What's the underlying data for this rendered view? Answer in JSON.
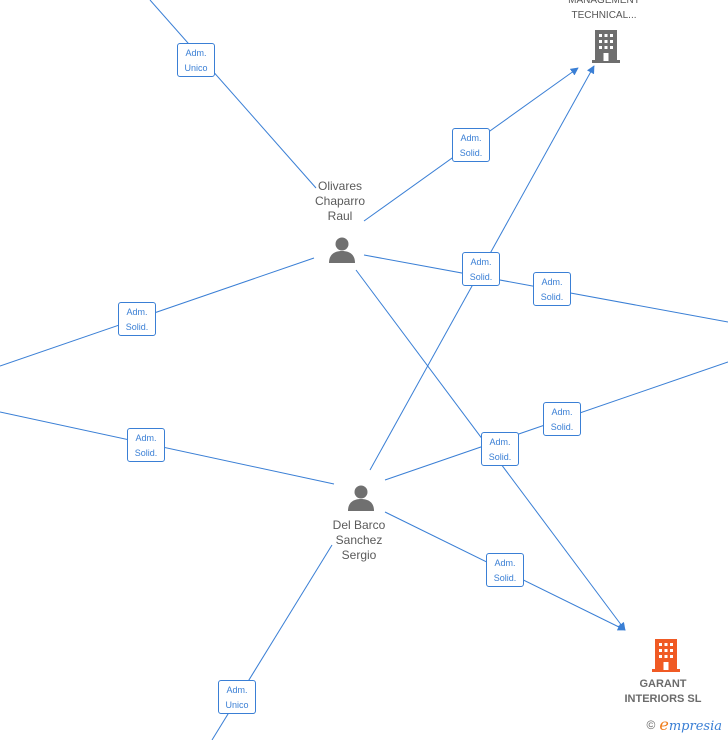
{
  "nodes": {
    "olivares": {
      "lines": [
        "Olivares",
        "Chaparro",
        "Raul"
      ],
      "icon": "person-icon"
    },
    "delbarco": {
      "lines": [
        "Del Barco",
        "Sanchez",
        "Sergio"
      ],
      "icon": "person-icon"
    },
    "management": {
      "lines": [
        "MANAGEMENT",
        "TECHNICAL..."
      ],
      "icon": "building-icon",
      "color": "#6e6e6e"
    },
    "garant": {
      "lines": [
        "GARANT",
        "INTERIORS SL"
      ],
      "icon": "building-icon",
      "color": "#f05a24"
    }
  },
  "badges": [
    {
      "line1": "Adm.",
      "line2": "Unico"
    },
    {
      "line1": "Adm.",
      "line2": "Solid."
    },
    {
      "line1": "Adm.",
      "line2": "Solid."
    },
    {
      "line1": "Adm.",
      "line2": "Solid."
    },
    {
      "line1": "Adm.",
      "line2": "Solid."
    },
    {
      "line1": "Adm.",
      "line2": "Solid."
    },
    {
      "line1": "Adm.",
      "line2": "Solid."
    },
    {
      "line1": "Adm.",
      "line2": "Solid."
    },
    {
      "line1": "Adm.",
      "line2": "Solid."
    },
    {
      "line1": "Adm.",
      "line2": "Unico"
    }
  ],
  "footer": {
    "copyright_symbol": "©",
    "brand_initial": "e",
    "brand_rest": "mpresia"
  },
  "colors": {
    "edge": "#3a7fd5",
    "person": "#707070"
  }
}
